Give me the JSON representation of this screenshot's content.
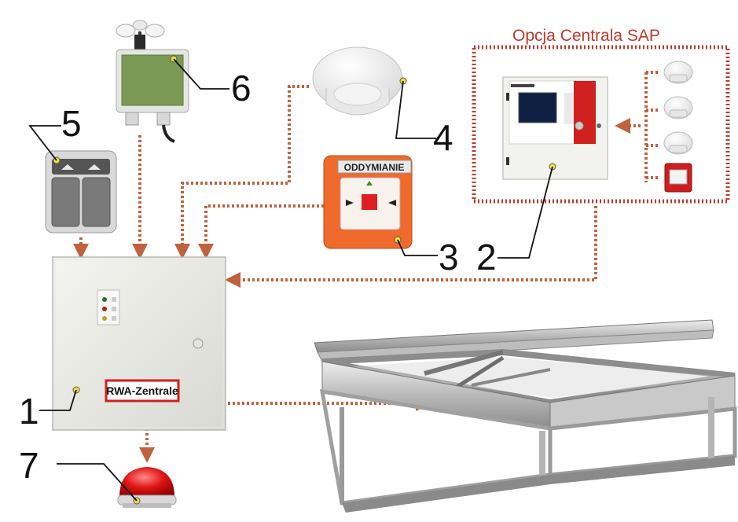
{
  "sap_option": {
    "title": "Opcja Centrala SAP"
  },
  "devices": {
    "rwa_panel": {
      "number": "1",
      "label": "RWA-Zentrale"
    },
    "sap_panel": {
      "number": "2"
    },
    "manual_call_point": {
      "number": "3",
      "label": "ODDYMIANIE"
    },
    "smoke_detector": {
      "number": "4"
    },
    "vent_switch": {
      "number": "5"
    },
    "weather_station": {
      "number": "6"
    },
    "signal_beacon": {
      "number": "7"
    }
  },
  "colors": {
    "connection": "#c0623d",
    "sap_frame": "#c0392b",
    "marker": "#f1e332",
    "call_point_orange": "#ef6a2b",
    "label_red": "#d21e1e"
  },
  "icons": [
    "anemometer-icon",
    "smoke-detector-icon",
    "call-point-icon",
    "switch-icon",
    "beacon-icon",
    "skylight-icon"
  ]
}
